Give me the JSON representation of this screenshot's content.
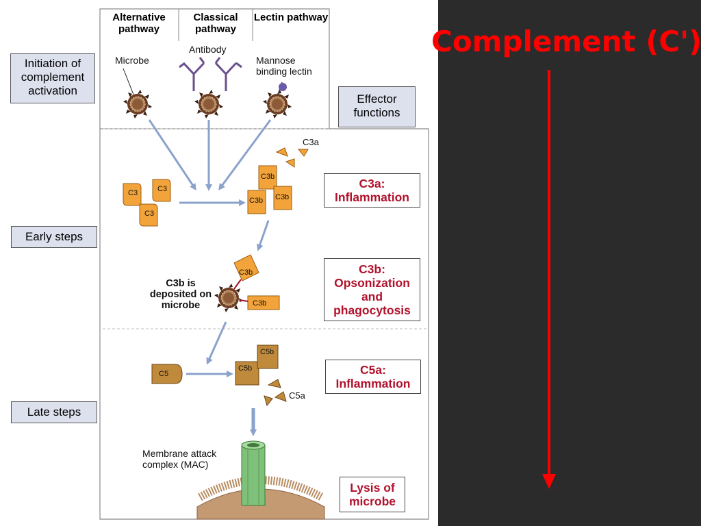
{
  "title": "Complement (C')",
  "colors": {
    "accent_red": "#ff0000",
    "effector_red": "#b1122c",
    "arrow_blue": "#8aa2cc",
    "c3_orange": "#f2a43a",
    "c5_brown": "#b5823a",
    "mac_green": "#7fc07a"
  },
  "pathways": {
    "alternative": "Alternative pathway",
    "classical": "Classical pathway",
    "lectin": "Lectin pathway"
  },
  "initiators": {
    "microbe": "Microbe",
    "antibody": "Antibody",
    "mannose": "Mannose binding lectin"
  },
  "stages": {
    "initiation": "Initiation of complement activation",
    "effector": "Effector functions",
    "early": "Early steps",
    "late": "Late steps"
  },
  "effectors": {
    "c3a": {
      "name": "C3a:",
      "fn": "Inflammation"
    },
    "c3b": {
      "name": "C3b:",
      "fn": "Opsonization and phagocytosis"
    },
    "c5a": {
      "name": "C5a:",
      "fn": "Inflammation"
    },
    "lysis": "Lysis of microbe"
  },
  "molecules": {
    "c3": "C3",
    "c3a": "C3a",
    "c3b": "C3b",
    "c5": "C5",
    "c5a": "C5a",
    "c5b": "C5b"
  },
  "annotations": {
    "c3b_deposited": "C3b is deposited on microbe",
    "mac": "Membrane attack complex (MAC)"
  }
}
